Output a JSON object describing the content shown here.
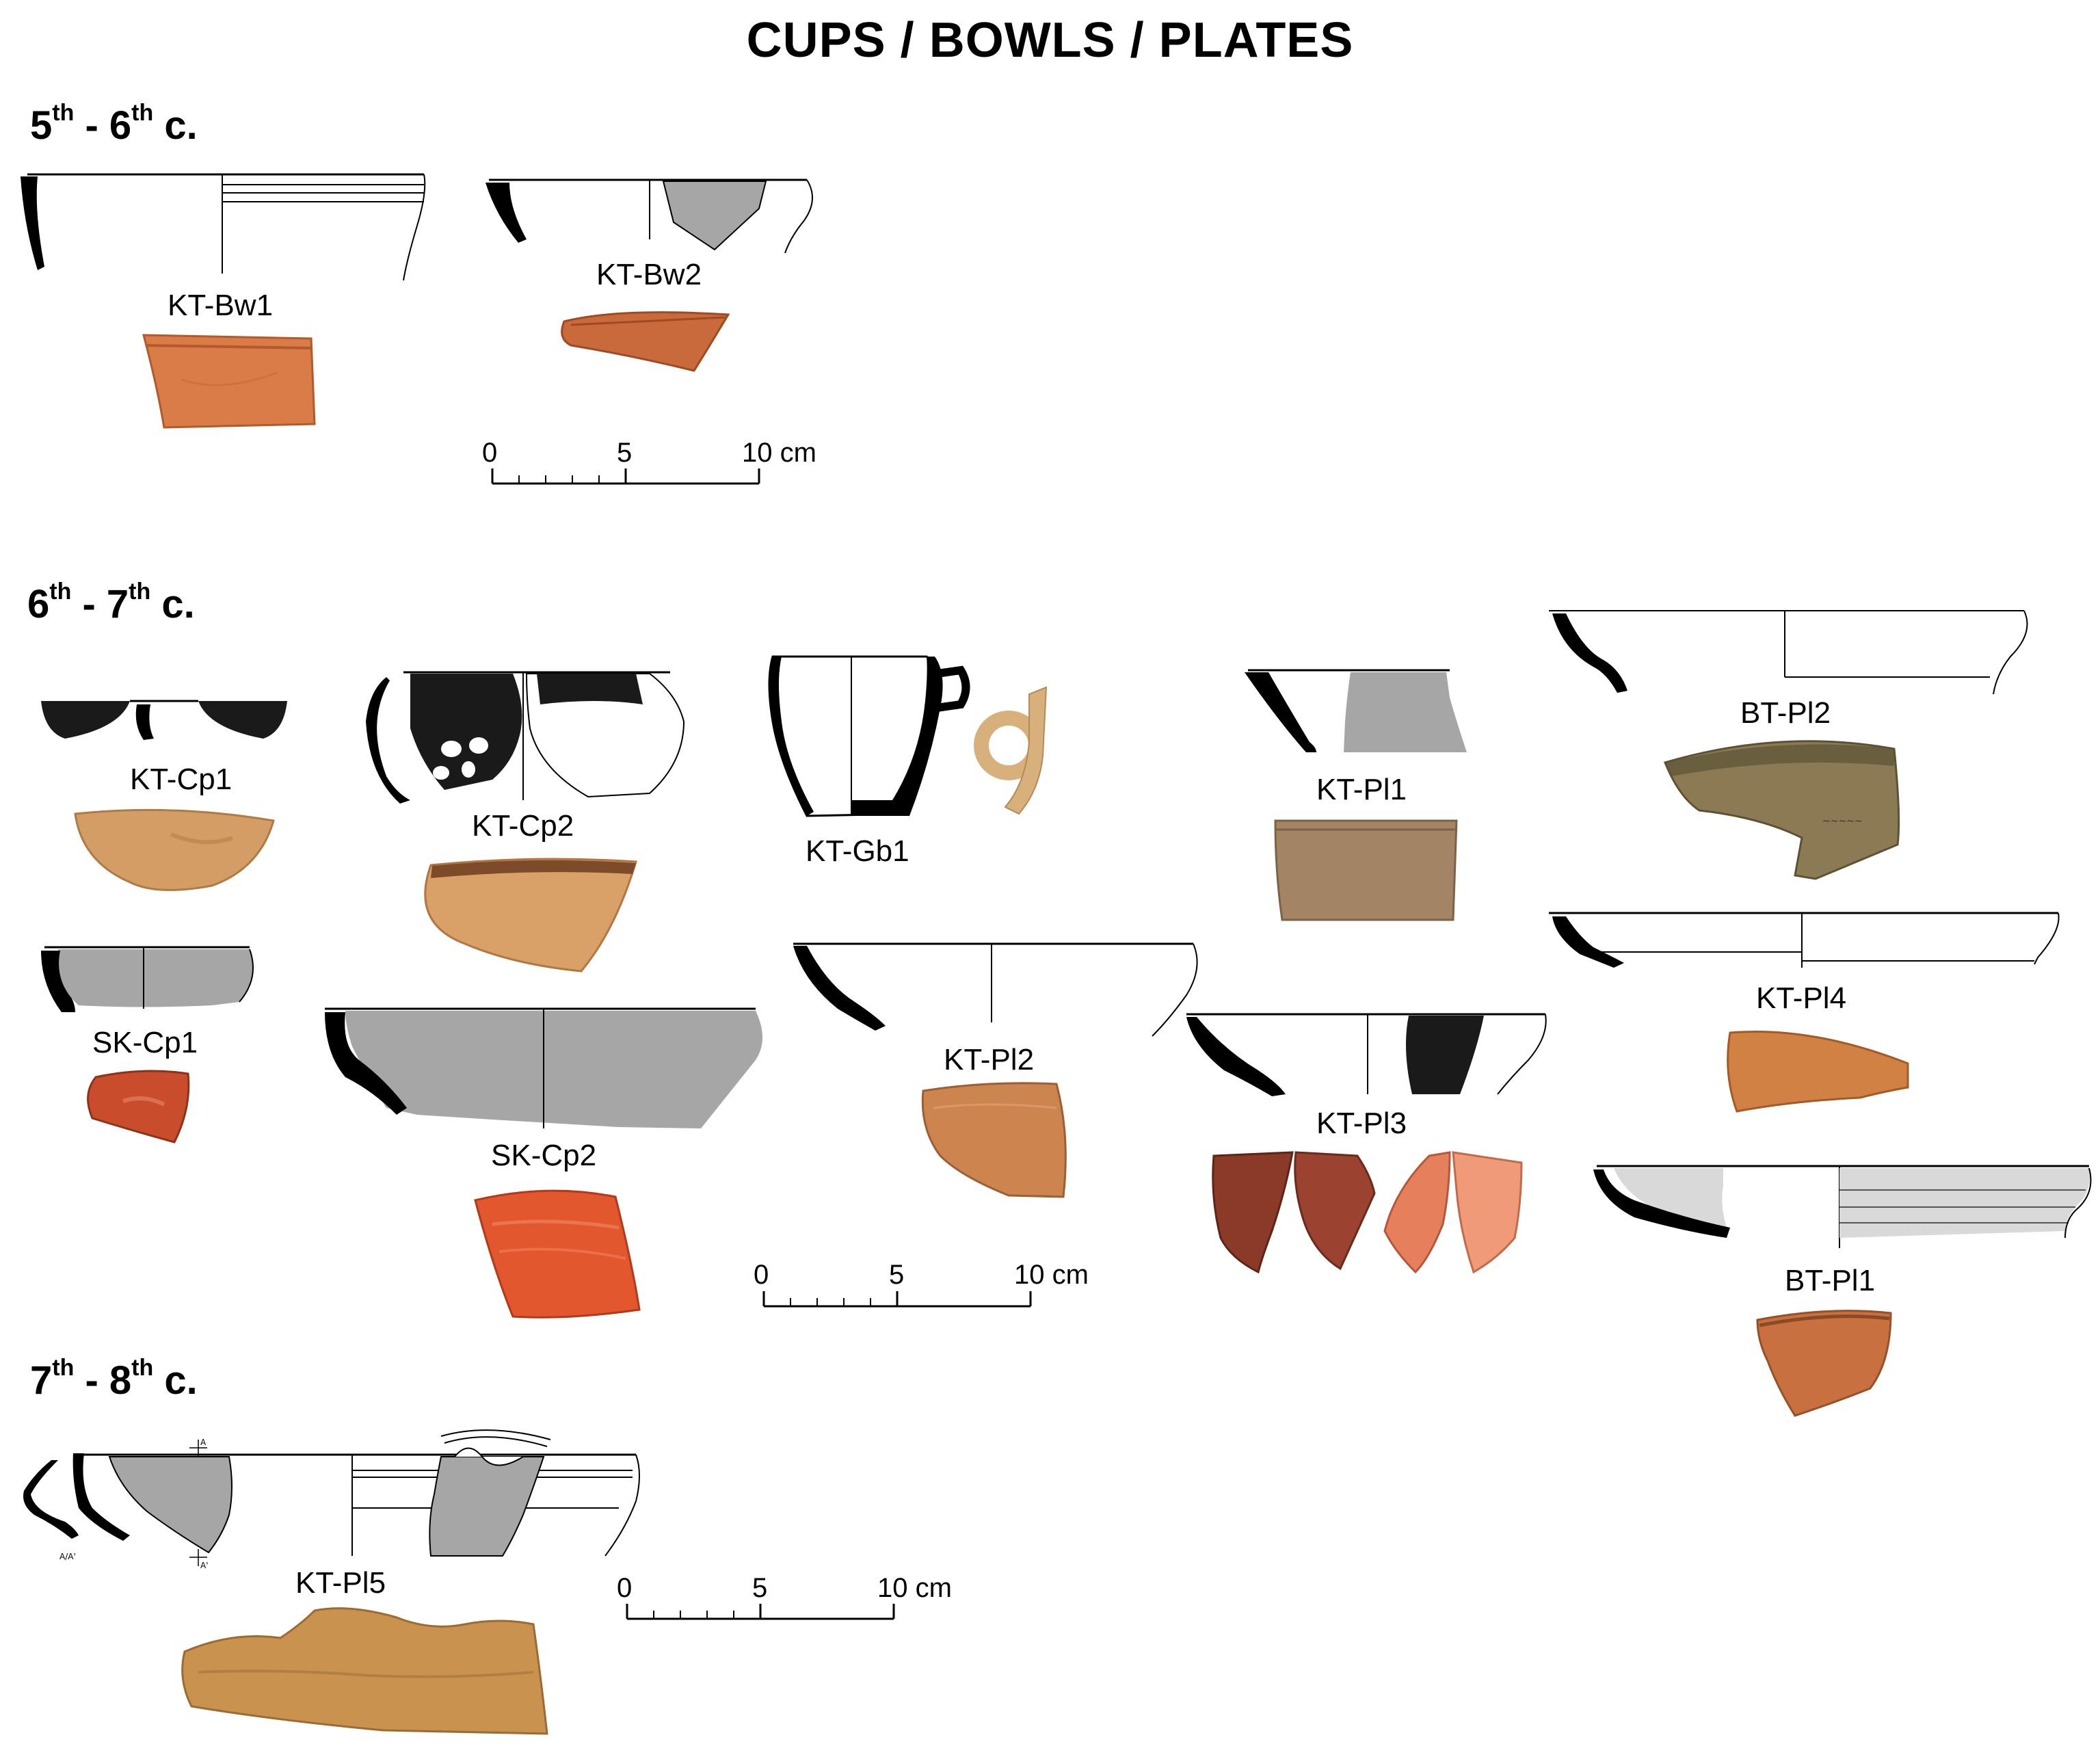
{
  "title": "CUPS / BOWLS / PLATES",
  "periods": [
    {
      "n1": "5",
      "s1": "th",
      "sep": " - ",
      "n2": "6",
      "s2": "th",
      "c": " c."
    },
    {
      "n1": "6",
      "s1": "th",
      "sep": " - ",
      "n2": "7",
      "s2": "th",
      "c": " c."
    },
    {
      "n1": "7",
      "s1": "th",
      "sep": " - ",
      "n2": "8",
      "s2": "th",
      "c": " c."
    }
  ],
  "labels": {
    "kt_bw1": "KT-Bw1",
    "kt_bw2": "KT-Bw2",
    "kt_cp1": "KT-Cp1",
    "kt_cp2": "KT-Cp2",
    "kt_gb1": "KT-Gb1",
    "kt_pl1": "KT-Pl1",
    "bt_pl2": "BT-Pl2",
    "sk_cp1": "SK-Cp1",
    "sk_cp2": "SK-Cp2",
    "kt_pl2": "KT-Pl2",
    "kt_pl3": "KT-Pl3",
    "kt_pl4": "KT-Pl4",
    "bt_pl1": "BT-Pl1",
    "kt_pl5": "KT-Pl5"
  },
  "section_marks": {
    "a_a": "A/A'",
    "a": "A",
    "a_prime": "A'"
  },
  "scale": {
    "zero": "0",
    "five": "5",
    "ten": "10 cm"
  },
  "colors": {
    "section_black": "#000000",
    "slip_gray": "#a6a6a6",
    "photo_orange": "#d9834f",
    "photo_red": "#d45a34",
    "photo_tan": "#d3a06a",
    "photo_brown": "#a88868",
    "photo_olive": "#8c7a55"
  }
}
